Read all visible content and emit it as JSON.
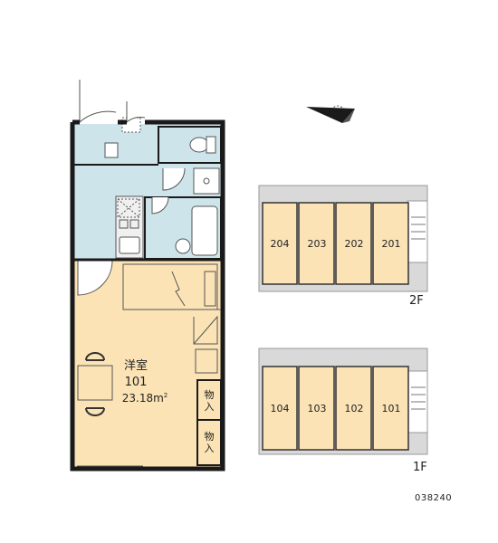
{
  "floor_plan": {
    "room_type": "洋室",
    "room_number": "101",
    "area": "23.18m",
    "area_unit_sup": "2",
    "closets": [
      "物入",
      "物入"
    ]
  },
  "building": {
    "floors": [
      {
        "label": "2F",
        "units": [
          "204",
          "203",
          "202",
          "201"
        ]
      },
      {
        "label": "1F",
        "units": [
          "104",
          "103",
          "102",
          "101"
        ]
      }
    ]
  },
  "code": "038240",
  "colors": {
    "wet_area": "#cde4ea",
    "living_room": "#fbe3b6",
    "unit_fill": "#fbe3b6",
    "walls": "#1a1a1a",
    "corridor": "#d9d9d9"
  }
}
